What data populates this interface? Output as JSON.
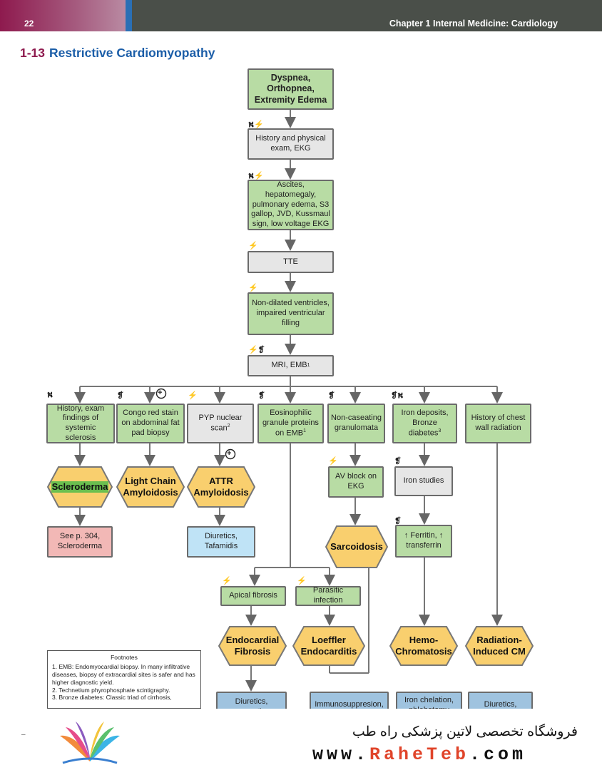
{
  "header": {
    "page_number": "22",
    "chapter": "Chapter 1  Internal Medicine: Cardiology"
  },
  "title": {
    "number": "1-13",
    "text": "Restrictive Cardiomyopathy"
  },
  "icons": {
    "stethoscope": "⛕",
    "ekg": "⚡",
    "tube": "❡"
  },
  "colors": {
    "green": "#b8dca4",
    "hex_fill": "#f9cf6e",
    "accent": "#1c5ea8"
  },
  "nodes": {
    "start": "Dyspnea, Orthopnea, Extremity Edema",
    "history": "History and physical exam, EKG",
    "findings": "Ascites, hepatomegaly, pulmonary edema, S3 gallop, JVD, Kussmaul sign, low voltage EKG",
    "tte": "TTE",
    "nondilated": "Non-dilated ventricles, impaired ventricular filling",
    "mri": "MRI, EMB",
    "mri_sup": "1",
    "b1": "History, exam findings of systemic sclerosis",
    "b2": "Congo red stain on abdominal fat pad biopsy",
    "b3": "PYP nuclear scan",
    "b3_sup": "2",
    "b4": "Eosinophilic granule proteins on EMB",
    "b4_sup": "1",
    "b5": "Non-caseating granulomata",
    "b6": "Iron deposits, Bronze diabetes",
    "b6_sup": "3",
    "b7": "History of chest wall radiation",
    "scleroderma": "Scleroderma",
    "light_chain": "Light Chain Amyloidosis",
    "attr": "ATTR Amyloidosis",
    "see_p": "See p. 304, Scleroderma",
    "diuretics_taf": "Diuretics, Tafamidis",
    "av_block": "AV block on EKG",
    "sarcoidosis": "Sarcoidosis",
    "iron_studies": "Iron studies",
    "ferritin": "↑ Ferritin, ↑ transferrin",
    "apical": "Apical fibrosis",
    "parasitic": "Parasitic infection",
    "endocardial": "Endocardial Fibrosis",
    "loeffler": "Loeffler Endocarditis",
    "hemo": "Hemo- Chromatosis",
    "radiation": "Radiation- Induced CM",
    "diuretics_sup": "Diuretics, supportive",
    "immuno": "Immunosuppresion,",
    "iron_chel": "Iron chelation, phlebotomy",
    "diuretics_last": "Diuretics,",
    "plus": "+"
  },
  "footnotes": {
    "heading": "Footnotes",
    "items": [
      "1. EMB: Endomyocardial biopsy. In many infiltrative diseases, biopsy of extracardial sites is safer and has higher diagnostic yield.",
      "2. Technetium phyrophosphate scintigraphy.",
      "3. Bronze diabetes: Classic triad of cirrhosis,"
    ]
  },
  "footer": {
    "dash": "–",
    "store": "فروشگاه تخصصی لاتین پزشکی راه طب",
    "web_prefix": "www.",
    "web_brand": "RaheTeb",
    "web_suffix": ".com"
  }
}
